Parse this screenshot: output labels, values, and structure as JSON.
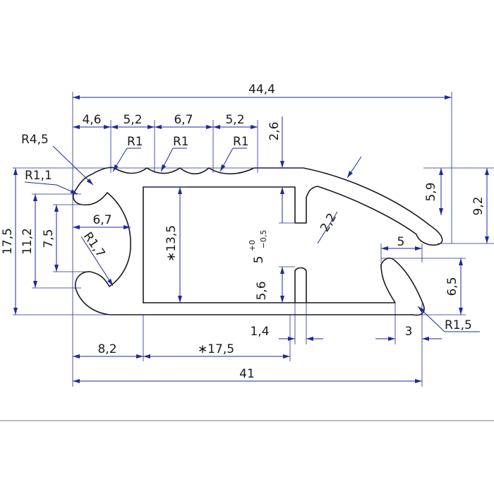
{
  "colors": {
    "outline": "#1a1a1a",
    "dimension": "#1f2a9a",
    "rule": "#777777"
  },
  "dimensions": {
    "overall_width": "44,4",
    "top_4_6": "4,6",
    "top_5_2_a": "5,2",
    "top_6_7": "6,7",
    "top_5_2_b": "5,2",
    "top_2_6": "2,6",
    "radius_4_5": "R4,5",
    "radius_1_a": "R1",
    "radius_1_b": "R1",
    "radius_1_c": "R1",
    "radius_1_1": "R1,1",
    "radius_1_7": "R1,7",
    "radius_1_5": "R1,5",
    "inner_6_7": "6,7",
    "height_17_5": "17,5",
    "height_11_2": "11,2",
    "height_7_5": "7,5",
    "cavity_13_5": "∗13,5",
    "tol_value": "5",
    "tol_upper": "+0",
    "tol_lower": "−0,5",
    "slot_5_6": "5,6",
    "wall_2_2": "2,2",
    "right_5_9": "5,9",
    "right_9_2": "9,2",
    "hook_5": "5",
    "hook_6_5": "6,5",
    "hook_3": "3",
    "wall_1_4": "1,4",
    "bottom_8_2": "8,2",
    "bottom_17_5": "∗17,5",
    "bottom_41": "41"
  }
}
